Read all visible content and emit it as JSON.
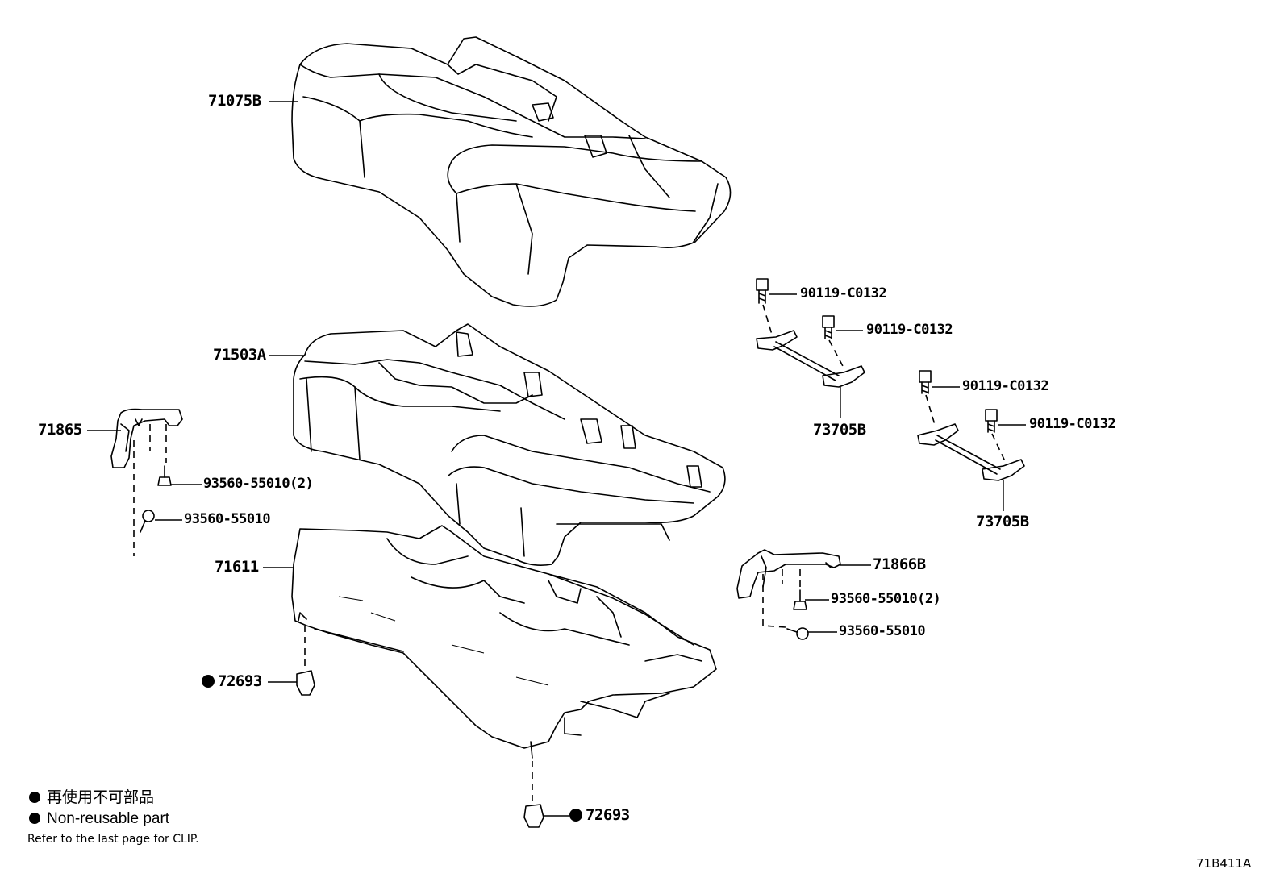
{
  "labels": {
    "seat_cover": "71075B",
    "seat_pad": "71503A",
    "seat_frame": "71611",
    "hinge_left": "71865",
    "hinge_right": "71866B",
    "screw_left_upper": "93560-55010(2)",
    "screw_left_lower": "93560-55010",
    "screw_right_upper": "93560-55010(2)",
    "screw_right_lower": "93560-55010",
    "bolt_1": "90119-C0132",
    "bolt_2": "90119-C0132",
    "bolt_3": "90119-C0132",
    "bolt_4": "90119-C0132",
    "lock_1": "73705B",
    "lock_2": "73705B",
    "clip_left": "72693",
    "clip_bottom": "72693"
  },
  "legend": {
    "jp": "再使用不可部品",
    "en": "Non-reusable part",
    "note": "Refer to the last page for CLIP."
  },
  "diagram_code": "71B411A"
}
